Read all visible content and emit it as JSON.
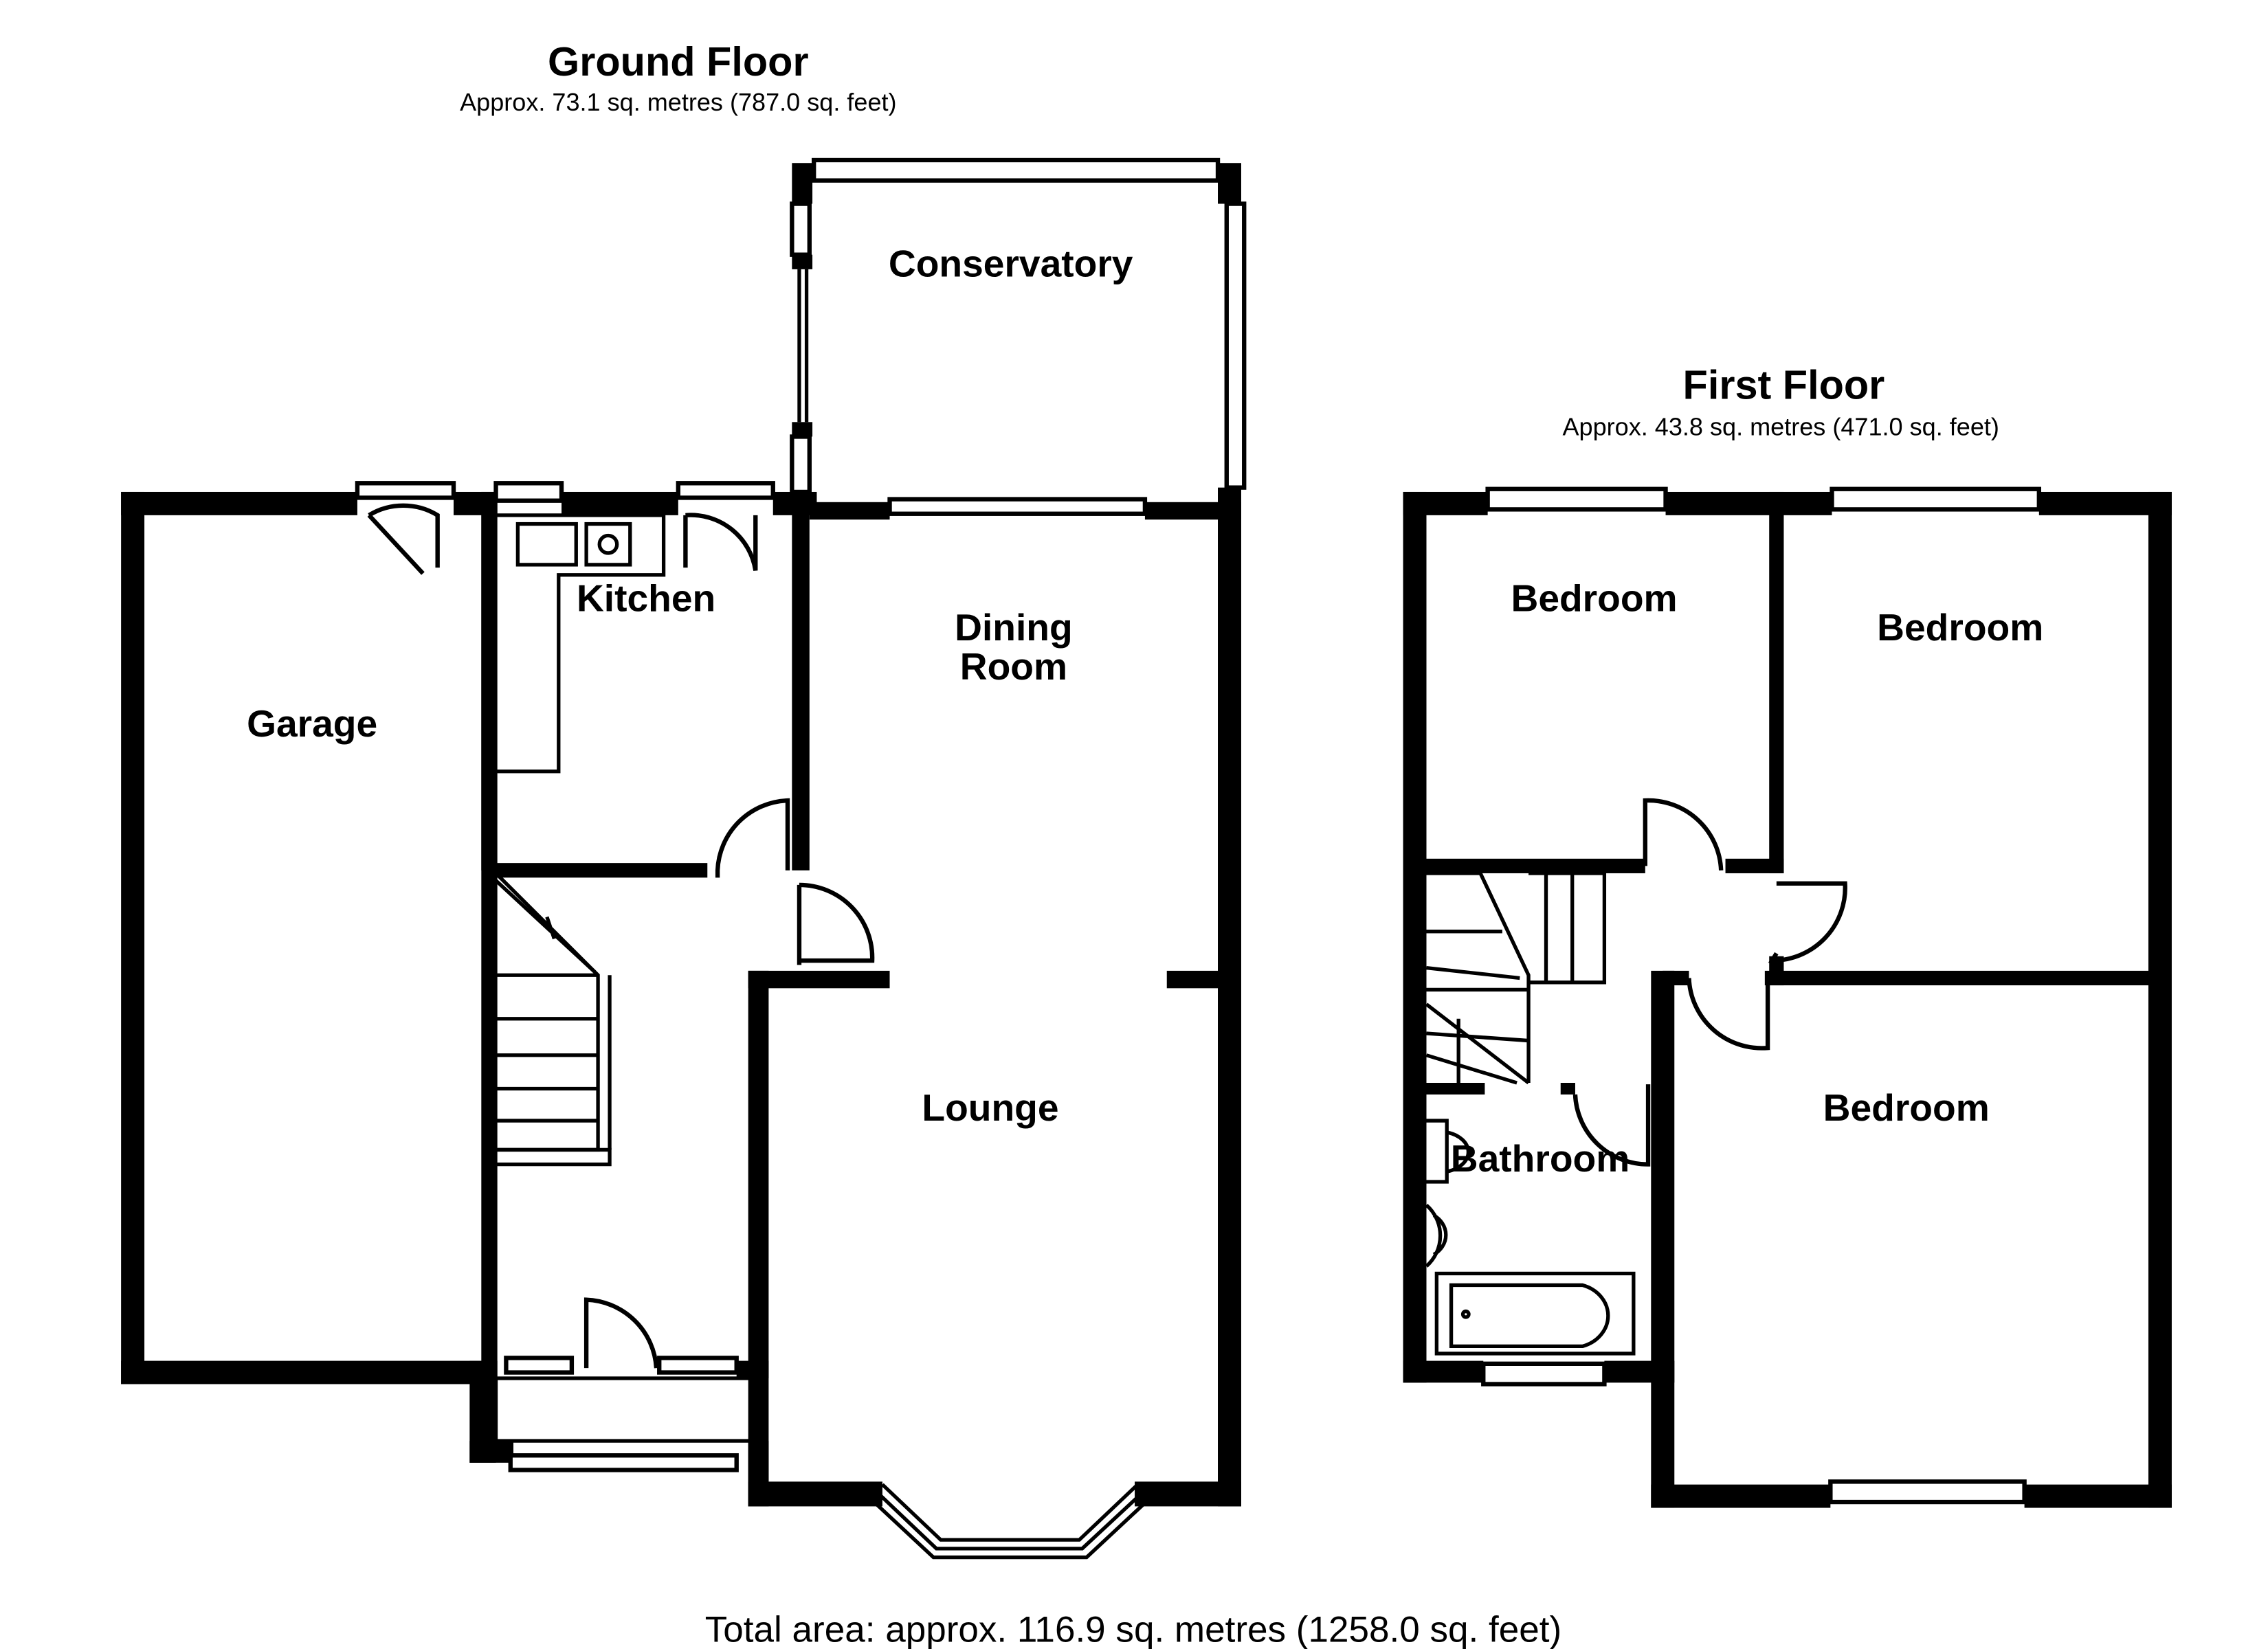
{
  "ground_floor": {
    "title": "Ground Floor",
    "area": "Approx. 73.1 sq. metres (787.0 sq. feet)",
    "rooms": {
      "conservatory": "Conservatory",
      "kitchen": "Kitchen",
      "dining_room_line1": "Dining",
      "dining_room_line2": "Room",
      "garage": "Garage",
      "lounge": "Lounge"
    }
  },
  "first_floor": {
    "title": "First Floor",
    "area": "Approx. 43.8 sq. metres (471.0 sq. feet)",
    "rooms": {
      "bedroom_1": "Bedroom",
      "bedroom_2": "Bedroom",
      "bedroom_3": "Bedroom",
      "bathroom": "Bathroom"
    }
  },
  "total_area": "Total area: approx. 116.9 sq. metres (1258.0 sq. feet)",
  "colors": {
    "walls": "#000000",
    "background": "#ffffff"
  }
}
